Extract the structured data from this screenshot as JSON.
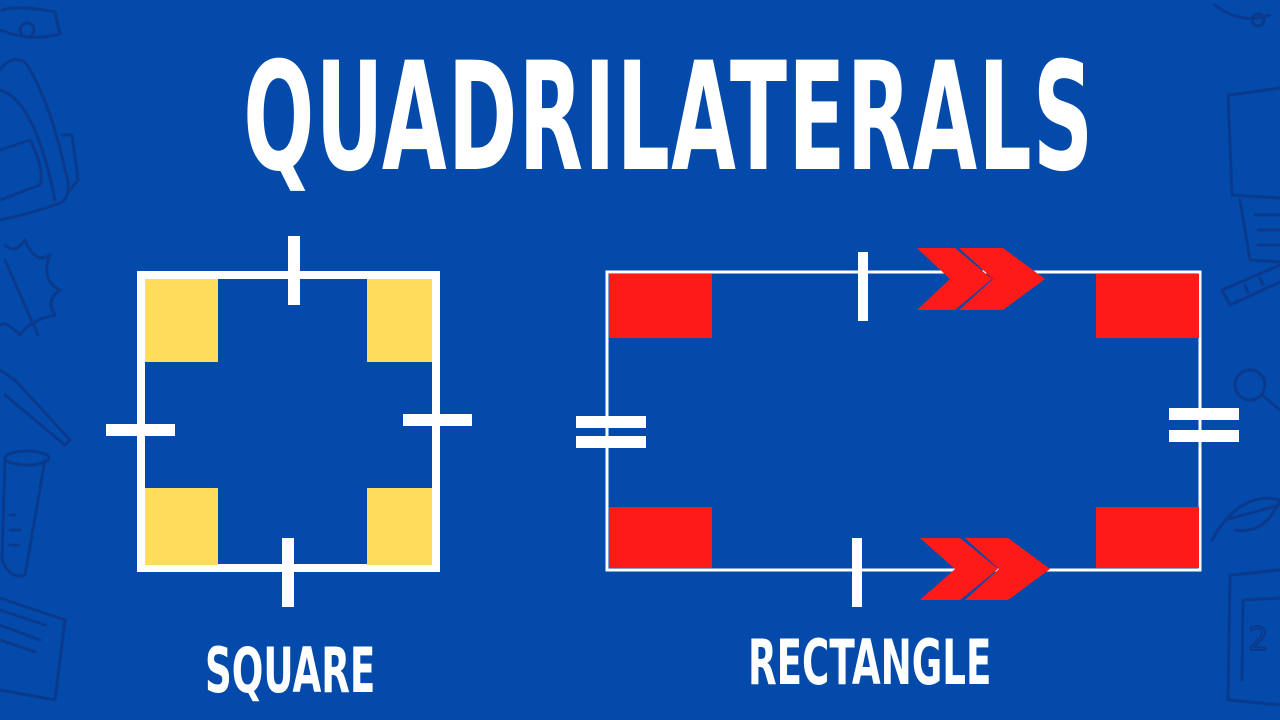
{
  "title": "QUADRILATERALS",
  "shapes": [
    {
      "name": "square",
      "label": "SQUARE",
      "corner_color": "#FFDD5C",
      "side_marks": "single tick on all four sides"
    },
    {
      "name": "rectangle",
      "label": "RECTANGLE",
      "corner_color": "#FF1A1A",
      "side_marks": "single tick on top/bottom, double tick on left/right, double arrows on top/bottom (parallel)"
    }
  ],
  "colors": {
    "background": "#034AAB",
    "outline": "#FFFFFF",
    "doodle": "#0B3A8C"
  },
  "background_doodles": [
    "bell-icon",
    "backpack-icon",
    "leaf-icon",
    "pen-icon",
    "test-tube-icon",
    "book-icon",
    "laptop-icon",
    "ruler-icon",
    "scissors-icon",
    "leaf-icon",
    "chalkboard-icon"
  ]
}
